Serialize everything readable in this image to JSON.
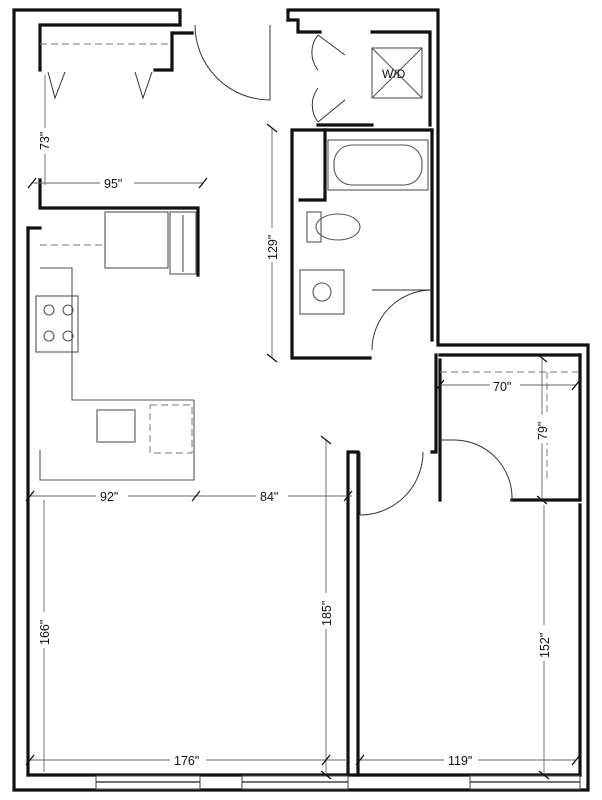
{
  "labels": {
    "washer_dryer": "W/D"
  },
  "dimensions": {
    "hall_depth": "73\"",
    "hall_width": "95\"",
    "bath_length": "129\"",
    "closet_width": "70\"",
    "closet_depth": "79\"",
    "kitchen_width": "92\"",
    "passage_width": "84\"",
    "living_depth": "166\"",
    "living_length": "185\"",
    "living_width": "176\"",
    "bedroom_depth": "152\"",
    "bedroom_width": "119\""
  }
}
